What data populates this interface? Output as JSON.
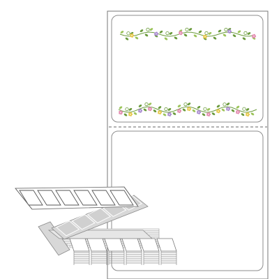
{
  "product": {
    "labels_per_sheet": 2,
    "top_label": {
      "decoration": "floral-vine-border",
      "accent": "#6a9a3c"
    },
    "bottom_label": {
      "decoration": "none"
    },
    "perforation": true,
    "fanfold_stack": true
  },
  "colors": {
    "sheet_stroke": "#777777",
    "label_stroke": "#9a9a9a",
    "vine_green": "#6a9a3c",
    "leaf_light": "#9cc45a",
    "flower_pink": "#e48ab0",
    "flower_purple": "#a98bd0",
    "flower_yellow": "#e6c84a",
    "stack_fill": "#d8d8d8"
  }
}
